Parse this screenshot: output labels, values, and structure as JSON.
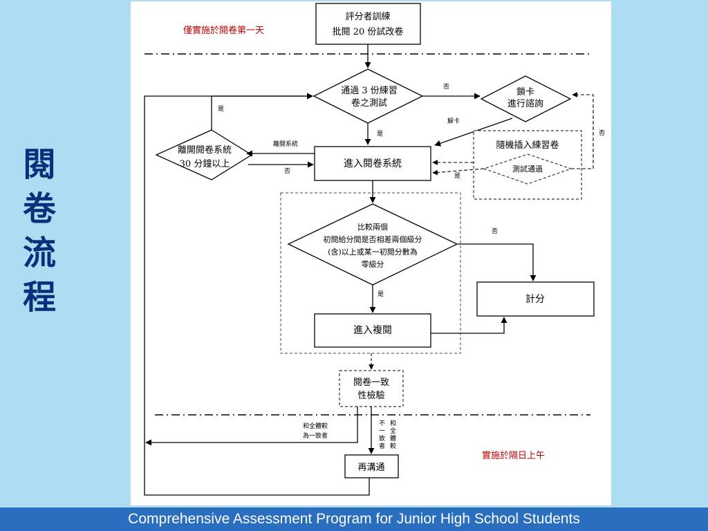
{
  "side_title": [
    "閱",
    "卷",
    "流",
    "程"
  ],
  "footer": "Comprehensive Assessment Program for Junior High School Students",
  "diagram": {
    "first_day_note": "僅實施於閱卷第一天",
    "next_day_note": "實施於隔日上午",
    "training_box": [
      "評分者訓練",
      "批閱 20 份試改卷"
    ],
    "practice_test": [
      "通過 3 份練習",
      "卷之測試"
    ],
    "lock_card": [
      "鎖卡",
      "進行諮詢"
    ],
    "leave_system": [
      "離開閱卷系統",
      "30 分鐘以上"
    ],
    "enter_system": "進入閱卷系統",
    "random_insert": "隨機插入練習卷",
    "test_pass": "測試通過",
    "compare": [
      "比較兩個",
      "初閱給分間是否相差兩個級分",
      "(含)以上或某一初閱分數為",
      "零級分"
    ],
    "enter_review": "進入複閱",
    "score": "計分",
    "consistency": [
      "閱卷一致",
      "性檢驗"
    ],
    "re_communicate": "再溝通",
    "label_yes": "是",
    "label_no": "否",
    "label_unlock": "解卡",
    "label_leave": "離開系統",
    "label_consistent": [
      "和全體較",
      "為一致者"
    ],
    "label_inconsistent_col1": [
      "不",
      "一",
      "致",
      "者"
    ],
    "label_inconsistent_col2": [
      "和",
      "全",
      "體",
      "較"
    ]
  },
  "colors": {
    "background": "#aedcf2",
    "side_title": "#0b2f7a",
    "footer_bar": "#2a6ec0",
    "footer_text": "#ffffff",
    "note_red": "#c00000"
  }
}
